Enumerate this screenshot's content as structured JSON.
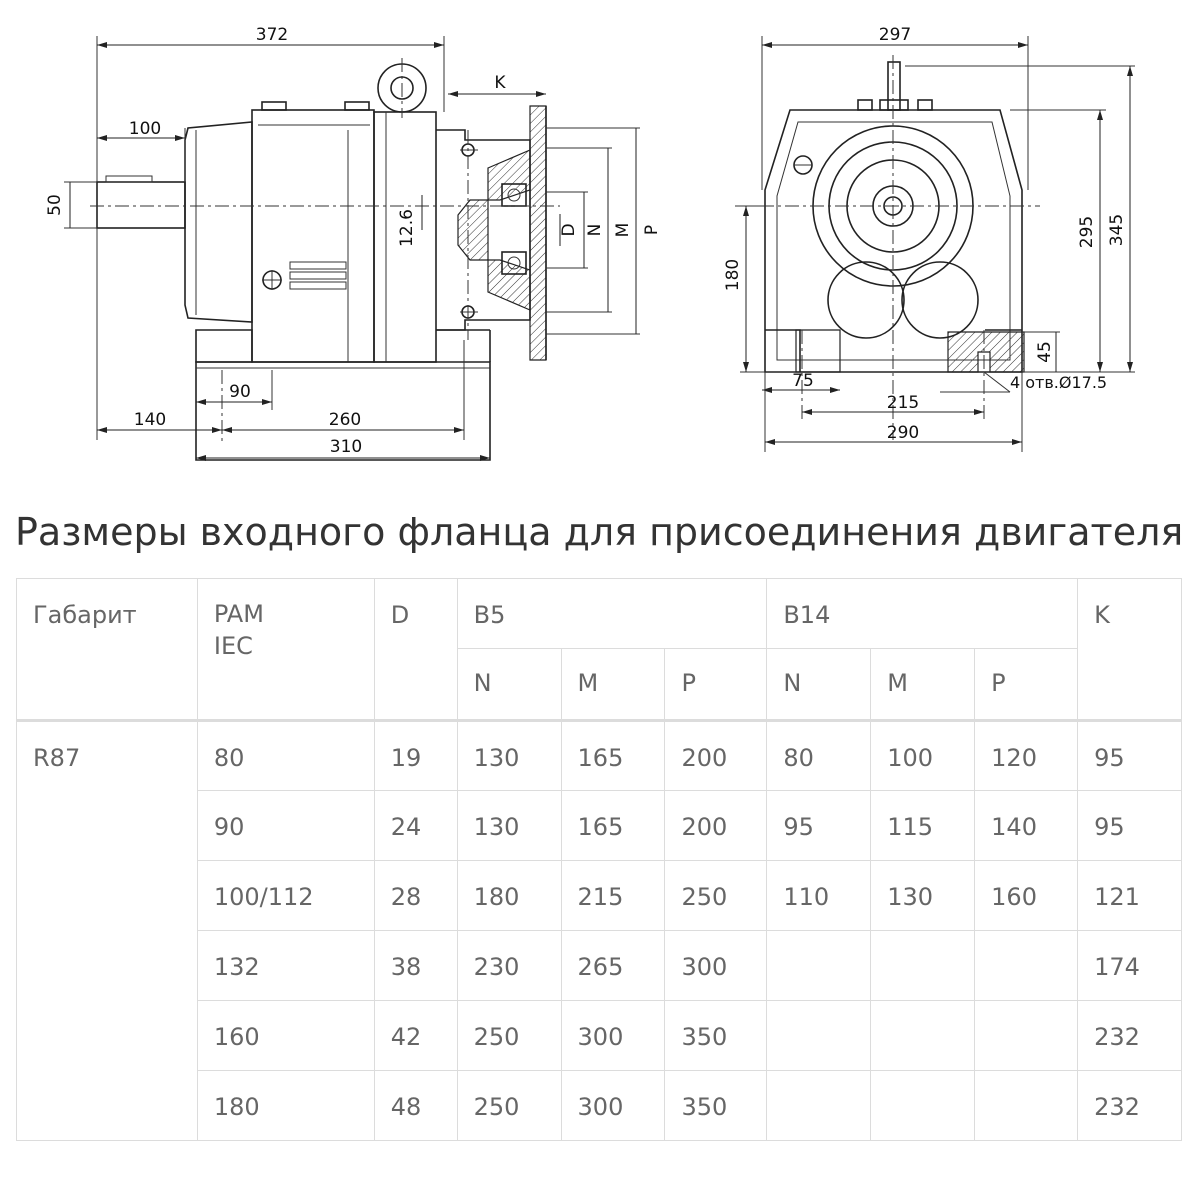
{
  "drawing": {
    "side": {
      "overall_length": "372",
      "shaft_length": "100",
      "shaft_diameter": "50",
      "offset": "12.6",
      "flange_k": "K",
      "flange_d": "D",
      "flange_n": "N",
      "flange_m": "M",
      "flange_p": "P",
      "base_offset": "90",
      "front_to_base": "140",
      "bolt_spacing": "260",
      "base_length": "310"
    },
    "front": {
      "overall_width": "297",
      "axis_height": "180",
      "height_shaft": "295",
      "total_height": "345",
      "foot_height": "45",
      "foot_width": "75",
      "bolt_spacing": "215",
      "base_width": "290",
      "holes": "4 отв.Ø17.5"
    }
  },
  "section_title": "Размеры входного фланца для присоединения двигателя",
  "table": {
    "headers": {
      "size": "Габарит",
      "pam_1": "PAM",
      "pam_2": "IEC",
      "d": "D",
      "b5": "B5",
      "b14": "B14",
      "k": "K",
      "n": "N",
      "m": "M",
      "p": "P"
    },
    "size_value": "R87",
    "rows": [
      {
        "pam": "80",
        "d": "19",
        "b5_n": "130",
        "b5_m": "165",
        "b5_p": "200",
        "b14_n": "80",
        "b14_m": "100",
        "b14_p": "120",
        "k": "95"
      },
      {
        "pam": "90",
        "d": "24",
        "b5_n": "130",
        "b5_m": "165",
        "b5_p": "200",
        "b14_n": "95",
        "b14_m": "115",
        "b14_p": "140",
        "k": "95"
      },
      {
        "pam": "100/112",
        "d": "28",
        "b5_n": "180",
        "b5_m": "215",
        "b5_p": "250",
        "b14_n": "110",
        "b14_m": "130",
        "b14_p": "160",
        "k": "121"
      },
      {
        "pam": "132",
        "d": "38",
        "b5_n": "230",
        "b5_m": "265",
        "b5_p": "300",
        "b14_n": "",
        "b14_m": "",
        "b14_p": "",
        "k": "174"
      },
      {
        "pam": "160",
        "d": "42",
        "b5_n": "250",
        "b5_m": "300",
        "b5_p": "350",
        "b14_n": "",
        "b14_m": "",
        "b14_p": "",
        "k": "232"
      },
      {
        "pam": "180",
        "d": "48",
        "b5_n": "250",
        "b5_m": "300",
        "b5_p": "350",
        "b14_n": "",
        "b14_m": "",
        "b14_p": "",
        "k": "232"
      }
    ]
  }
}
